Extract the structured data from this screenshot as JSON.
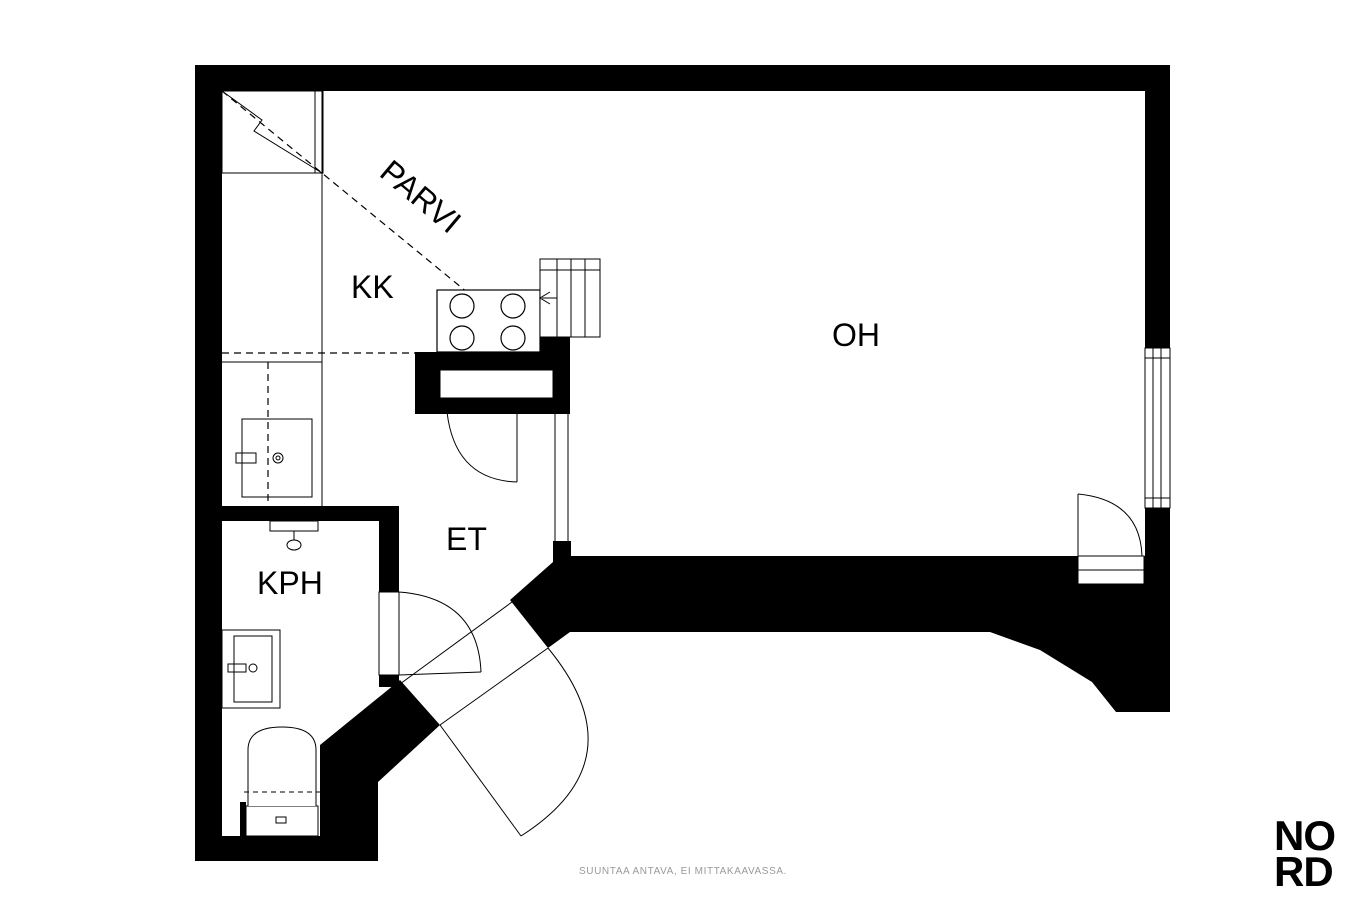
{
  "rooms": {
    "oh": "OH",
    "kk": "KK",
    "et": "ET",
    "kph": "KPH",
    "parvi": "PARVI"
  },
  "footer": {
    "disclaimer": "SUUNTAA ANTAVA, EI MITTAKAAVASSA."
  },
  "logo": {
    "line1": "NO",
    "line2": "RD"
  },
  "colors": {
    "wall": "#000000",
    "background": "#ffffff",
    "disclaimer": "#9a9a9a"
  }
}
